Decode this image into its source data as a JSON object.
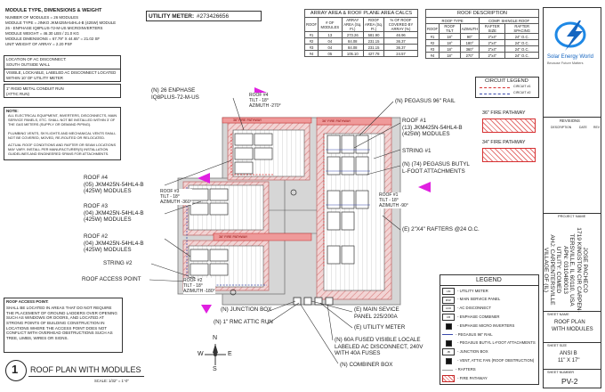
{
  "module_info": {
    "heading": "MODULE TYPE, DIMENSIONS & WEIGHT",
    "lines": [
      "NUMBER OF MODULES = 26 MODULES",
      "MODULE TYPE = JINKO JKM425N-54HL4-B (425W) MODULE",
      "26 - ENPHASE IQ8PLUS-72-M-US MICROINVERTERS",
      "MODULE WEIGHT = 46.30 LBS / 21.0 KG",
      "MODULE DIMENSIONS = 67.79\" X 44.65\" = 21.02 SF",
      "UNIT WEIGHT OF ARRAY = 2.20 PSF"
    ]
  },
  "utility_meter": {
    "label": "UTILITY METER:",
    "value": "#273426656"
  },
  "array_table": {
    "title": "ARRAY AREA & ROOF PLANE AREA CALCS",
    "headers": [
      "ROOF",
      "# OF MODULES",
      "ARRAY AREA (Sq. Ft.)",
      "ROOF AREA (Sq. Ft.)",
      "% OF ROOF COVERED BY ARRAY (%)"
    ],
    "rows": [
      [
        "#1",
        "13",
        "273.26",
        "581.90",
        "46.96"
      ],
      [
        "#2",
        "04",
        "84.08",
        "231.15",
        "36.37"
      ],
      [
        "#3",
        "04",
        "84.08",
        "231.15",
        "36.37"
      ],
      [
        "#4",
        "05",
        "105.10",
        "427.78",
        "24.57"
      ]
    ]
  },
  "roof_table": {
    "title": "ROOF DESCRIPTION",
    "group1": "ROOF TYPE",
    "group2": "COMP. SHINGLE ROOF",
    "headers": [
      "ROOF",
      "ROOF TILT",
      "AZIMUTH",
      "RAFTER SIZE",
      "RAFTER SPACING"
    ],
    "rows": [
      [
        "#1",
        "18°",
        "90°",
        "2\"x4\"",
        "24\" O.C."
      ],
      [
        "#2",
        "18°",
        "180°",
        "2\"x4\"",
        "24\" O.C."
      ],
      [
        "#3",
        "18°",
        "360°",
        "2\"x4\"",
        "24\" O.C."
      ],
      [
        "#4",
        "18°",
        "270°",
        "2\"x4\"",
        "24\" O.C."
      ]
    ]
  },
  "company": {
    "name": "Solar Energy World",
    "tagline": "Because Future Matters"
  },
  "circuit_legend": {
    "title": "CIRCUIT LEGEND",
    "items": [
      "CIRCUIT #1",
      "CIRCUIT #2"
    ],
    "colors": [
      "#d63031",
      "#3949ab"
    ]
  },
  "fire_pathways": {
    "p36": "36\" FIRE PATHWAY",
    "p34": "34\" FIRE PATHWAY"
  },
  "revisions": {
    "title": "REVISIONS",
    "col1": "DESCRIPTION",
    "col2": "DATE",
    "col3": "REV"
  },
  "ac_disconnect": {
    "heading": "LOCATION OF AC DISCONNECT:",
    "line": "SOUTH OUTSIDE WALL",
    "note": "VISIBLE, LOCKABLE, LABELED AC DISCONNECT LOCATED WITHIN 10' OF UTILITY METER"
  },
  "conduit": {
    "line1": "1\" RIGID METAL CONDUIT RUN",
    "line2": "(ATTIC RUN)"
  },
  "notes": {
    "heading": "NOTE:",
    "items": [
      "ALL ELECTRICAL EQUIPMENT, INVERTERS, DISCONNECTS, MAIN SERVICE PANELS, ETC. SHALL NOT BE INSTALLED WITHIN 3' OF THE GAS METERS (SUPPLY OR DEMAND PIPING).",
      "PLUMBING VENTS, SKYLIGHTS AND MECHANICAL VENTS SHALL NOT BE COVERED, MOVED, RE-ROUTED OR RELOCATED.",
      "ACTUAL ROOF CONDITIONS AND RAFTER OR SEAM LOCATIONS MAY VARY. INSTALL PER MANUFACTURER(S) INSTALLATION GUIDELINES AND ENGINEERED SPANS FOR ATTACHMENTS."
    ]
  },
  "access_point_note": {
    "heading": "ROOF ACCESS POINT:",
    "text": "SHALL BE LOCATED IN AREAS THAT DO NOT REQUIRE THE PLACEMENT OF GROUND LADDERS OVER OPENING SUCH AS WINDOWS OR DOORS, AND LOCATED AT STRONG POINTS OF BUILDING CONSTRUCTION IN LOCATIONS WHERE THE ACCESS POINT DOES NOT CONFLICT WITH OVERHEAD OBSTRUCTIONS SUCH AS TREE, LIMBS, WIRES OR SIGNS."
  },
  "callouts": {
    "enphase": [
      "(N) 26 ENPHASE",
      "IQ8PLUS-72-M-US"
    ],
    "roof4": [
      "ROOF #4",
      "(05) JKM425N-54HL4-B",
      "(425W) MODULES"
    ],
    "roof3": [
      "ROOF #3",
      "(04) JKM425N-54HL4-B",
      "(425W) MODULES"
    ],
    "roof2": [
      "ROOF #2",
      "(04) JKM425N-54HL4-B",
      "(425W) MODULES"
    ],
    "string2": "STRING #2",
    "access": "ROOF ACCESS POINT",
    "rail": "(N) PEGASUS 96\" RAIL",
    "roof1": [
      "ROOF #1",
      "(13) JKM425N-54HL4-B",
      "(425W) MODULES"
    ],
    "string1": "STRING #1",
    "lfoot": [
      "(N) (74) PEGASUS BUTYL",
      "L-FOOT ATTACHMENTS"
    ],
    "rafters": "(E) 2\"X4\" RAFTERS @24 O.C.",
    "jbox": "(N) JUNCTION BOX",
    "rmc": "(N) 1\" RMC ATTIC RUN",
    "msp": [
      "(E) MAIN SEVICE",
      "PANEL 225/200A"
    ],
    "meter": "(E) UTILITY METER",
    "fused": [
      "(N) 60A FUSED VISIBLE LOCALE",
      "LABELED AC DISCONNECT, 240V",
      "WITH 40A FUSES"
    ],
    "combiner": "(N) COMBINER BOX"
  },
  "roof_labels": {
    "r4": [
      "ROOF #4",
      "TILT - 18°",
      "AZIMUTH -270°"
    ],
    "r3": [
      "ROOF #3",
      "TILT - 18°",
      "AZIMUTH -360°"
    ],
    "r1": [
      "ROOF #1",
      "TILT - 18°",
      "AZIMUTH -90°"
    ],
    "r2": [
      "ROOF #2",
      "TILT - 18°",
      "AZIMUTH -180°"
    ]
  },
  "fire_label": "36\" FIRE PATHWAY",
  "compass": {
    "n": "N",
    "s": "S",
    "e": "E",
    "w": "W"
  },
  "legend": {
    "title": "LEGEND",
    "items": [
      {
        "code": "UM",
        "text": "- UTILITY METER"
      },
      {
        "code": "MSP",
        "text": "- MAIN SERVICE PANEL"
      },
      {
        "code": "ACD",
        "text": "- AC DISCONNECT"
      },
      {
        "code": "CB",
        "text": "- ENPHASE COMBINER"
      },
      {
        "code": "",
        "text": "- ENPHASE MICRO INVERTERS"
      },
      {
        "code": "",
        "text": "- PEGASUS 96\" RAIL"
      },
      {
        "code": "",
        "text": "- PEGASUS BUTYL L-FOOT ATTACHMENTS"
      },
      {
        "code": "JB",
        "text": "- JUNCTION BOX"
      },
      {
        "code": "",
        "text": "- VENT, ATTIC FAN (ROOF OBSTRUCTION)"
      },
      {
        "code": "",
        "text": "- RAFTERS"
      },
      {
        "code": "",
        "text": "- FIRE PATHWAY"
      }
    ]
  },
  "title_block": {
    "number": "1",
    "title": "ROOF PLAN WITH MODULES",
    "scale": "SCALE: 1/32\" = 1'-0\""
  },
  "project": {
    "heading": "PROJECT NAME",
    "lines": [
      "JOSE PACHECO",
      "1719 KINGSTON CIR CARPEN-",
      "TERSVILLE, IL 60110, USA",
      "APN: 0310480013",
      "UTILITY: COMED",
      "AHJ: CARPENTERSVILLE",
      "VILLAGE OF (IL)"
    ]
  },
  "sheet": {
    "name_label": "SHEET NAME",
    "name": [
      "ROOF PLAN",
      "WITH MODULES"
    ],
    "size_label": "SHEET SIZE",
    "size": [
      "ANSI B",
      "11\" X 17\""
    ],
    "number_label": "SHEET NUMBER",
    "number": "PV-2"
  }
}
